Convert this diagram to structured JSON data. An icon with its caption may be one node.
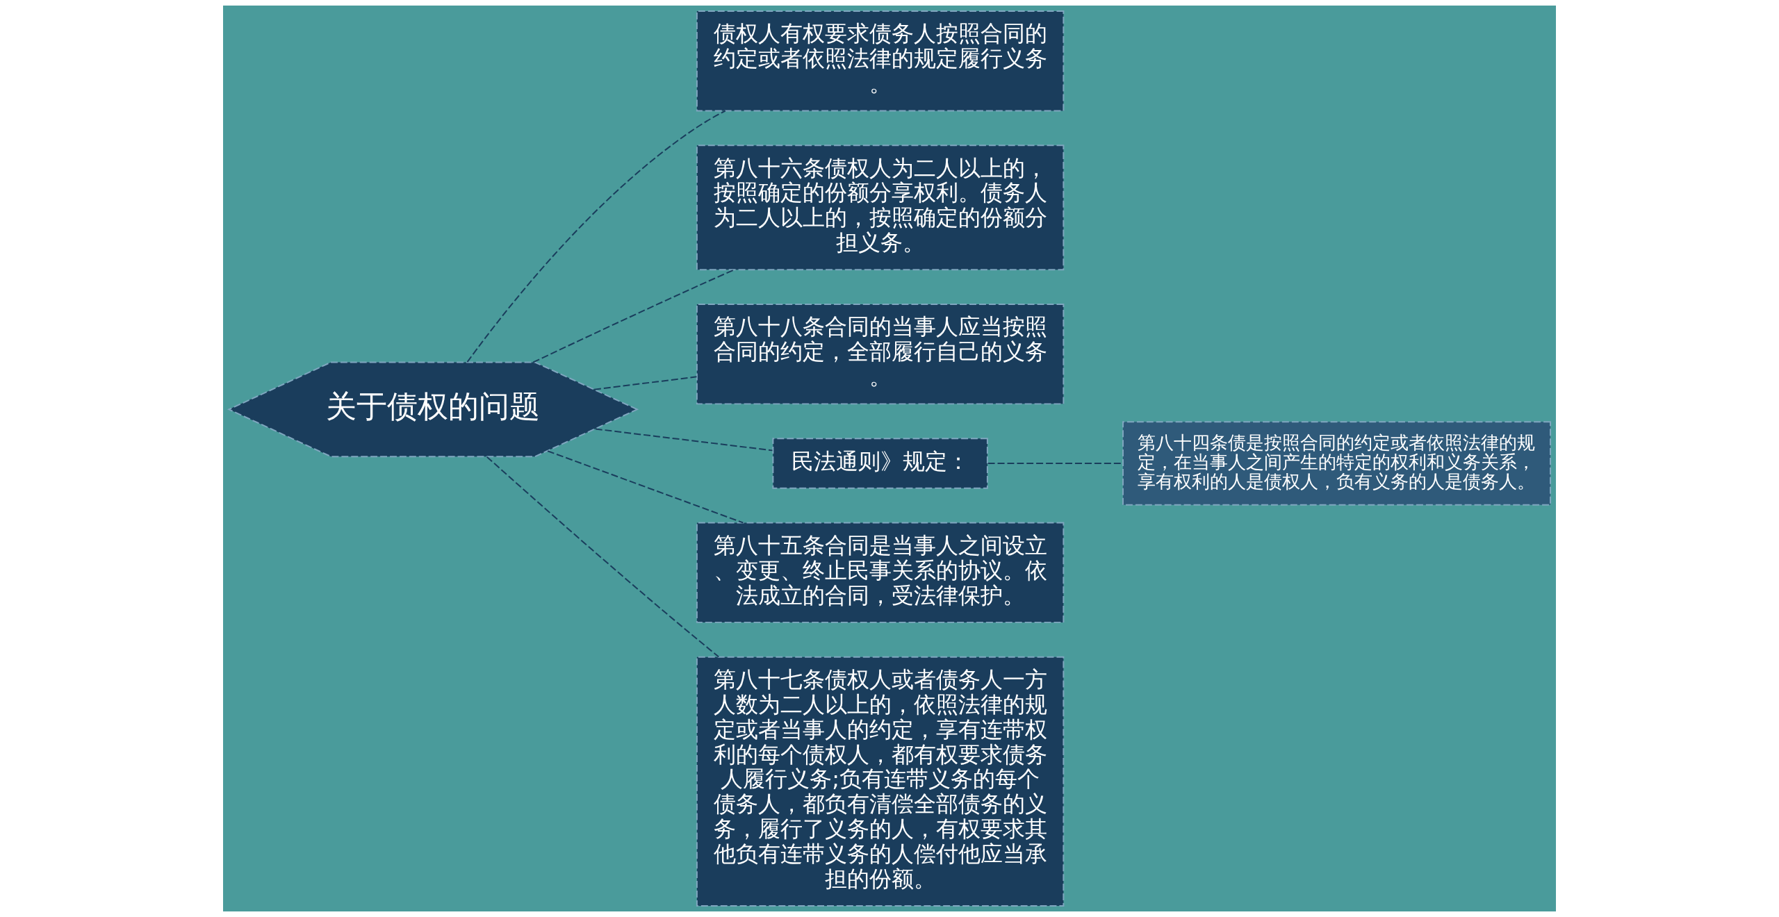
{
  "diagram": {
    "nodes": [
      {
        "text": [
          "关于债权的问题"
        ]
      },
      {
        "text": [
          "债权人有权要求债务人按照合同的约定或者依照法律的规定履行义务。"
        ]
      },
      {
        "text": [
          "第八十六条债权人为二人以上的，按照确定的份额分享权利。债务人为二人以上的，按照确定的份额分担义务。"
        ]
      },
      {
        "text": [
          "第八十八条合同的当事人应当按照合同的约定，全部履行自己的义务。"
        ]
      },
      {
        "text": [
          "民法通则》规定："
        ]
      },
      {
        "text": [
          "第八十四条债是按照合同的约定或者依照法律的规定，在当事人之间产生的特定的权利和义务关系，享有权利的人是债权人，负有义务的人是债务人。"
        ]
      },
      {
        "text": [
          "第八十五条合同是当事人之间设立、变更、终止民事关系的协议。依法成立的合同，受法律保护。"
        ]
      },
      {
        "text": [
          "第八十七条债权人或者债务人一方人数为二人以上的，依照法律的规定或者当事人的约定，享有连带权利的每个债权人，都有权要求债务人履行义务;负有连带义务的每个债务人，都负有清偿全部债务的义务，履行了义务的人，有权要求其他负有连带义务的人偿付他应当承担的份额。"
        ]
      }
    ],
    "edges": [
      {
        "from": 0,
        "to": 1,
        "arrow": "none",
        "style": "dashed"
      },
      {
        "from": 0,
        "to": 2,
        "arrow": "none",
        "style": "dashed"
      },
      {
        "from": 0,
        "to": 3,
        "arrow": "none",
        "style": "dashed"
      },
      {
        "from": 0,
        "to": 4,
        "arrow": "none",
        "style": "dashed"
      },
      {
        "from": 4,
        "to": 5,
        "arrow": "none",
        "style": "dashed"
      },
      {
        "from": 0,
        "to": 6,
        "arrow": "none",
        "style": "dashed"
      },
      {
        "from": 0,
        "to": 7,
        "arrow": "none",
        "style": "dashed"
      }
    ]
  }
}
